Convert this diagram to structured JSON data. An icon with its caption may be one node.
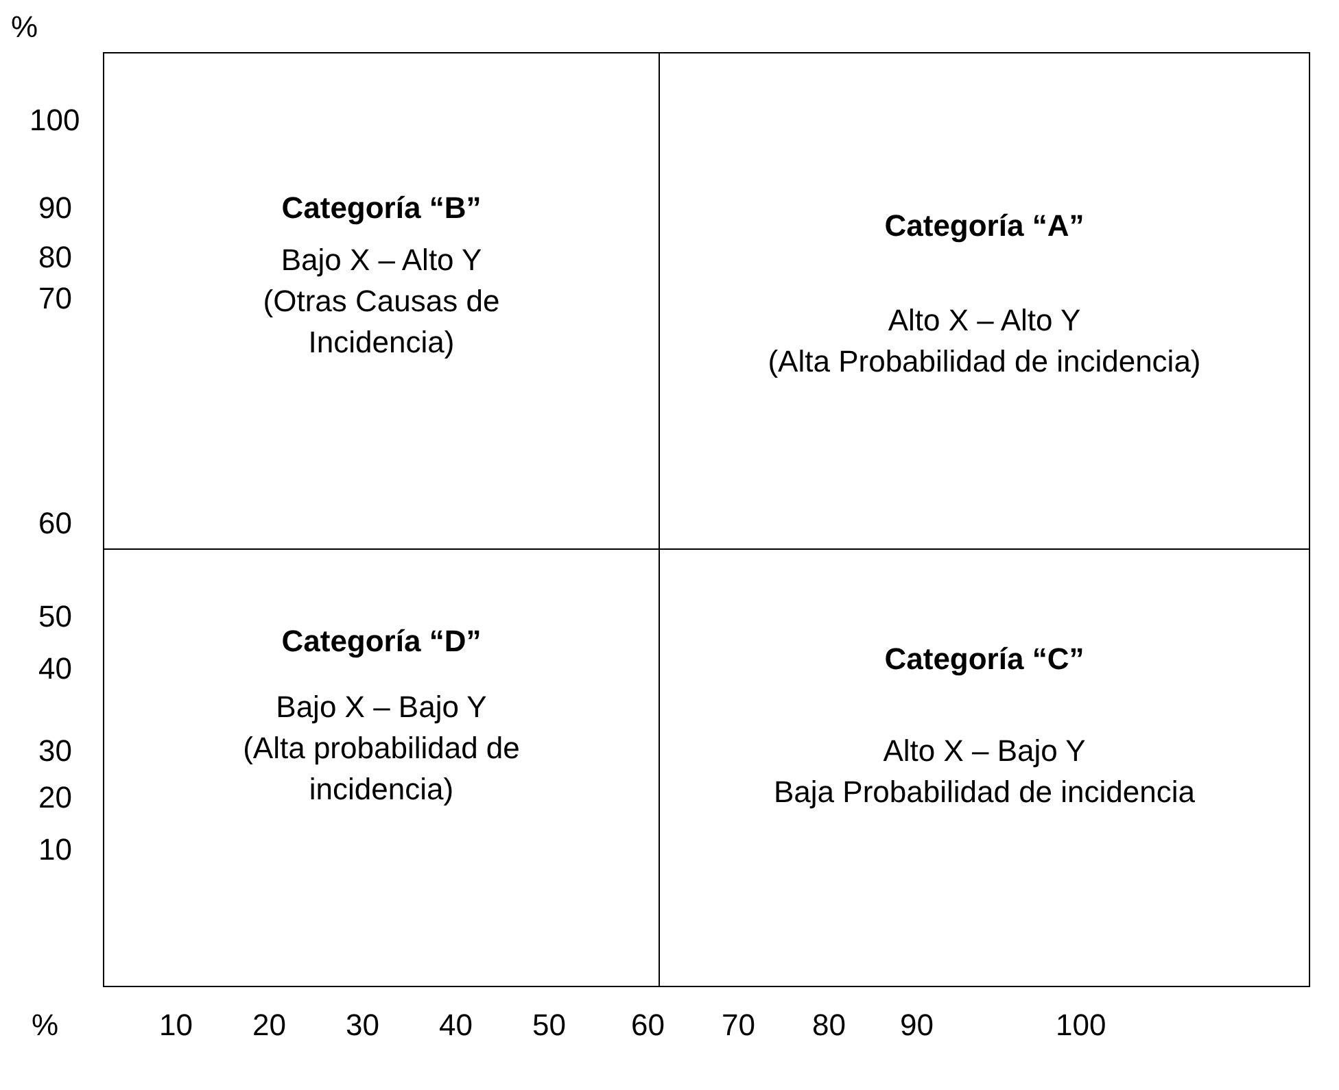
{
  "diagram": {
    "nodes": [
      {
        "text": [
          "Categoría “B”",
          "Bajo X – Alto Y",
          "(Otras Causas de Incidencia)"
        ]
      },
      {
        "text": [
          "Categoría “A”",
          "Alto X – Alto Y",
          "(Alta Probabilidad de incidencia)"
        ]
      },
      {
        "text": [
          "Categoría “D”",
          "Bajo X – Bajo Y",
          "(Alta probabilidad de incidencia)"
        ]
      },
      {
        "text": [
          "Categoría “C”",
          "Alto X – Bajo Y",
          "Baja Probabilidad de incidencia"
        ]
      }
    ],
    "edges": [],
    "labels": [
      "%",
      "100",
      "90",
      "80",
      "70",
      "60",
      "50",
      "40",
      "30",
      "20",
      "10",
      "%",
      "10",
      "20",
      "30",
      "40",
      "50",
      "60",
      "70",
      "80",
      "90",
      "100"
    ]
  }
}
